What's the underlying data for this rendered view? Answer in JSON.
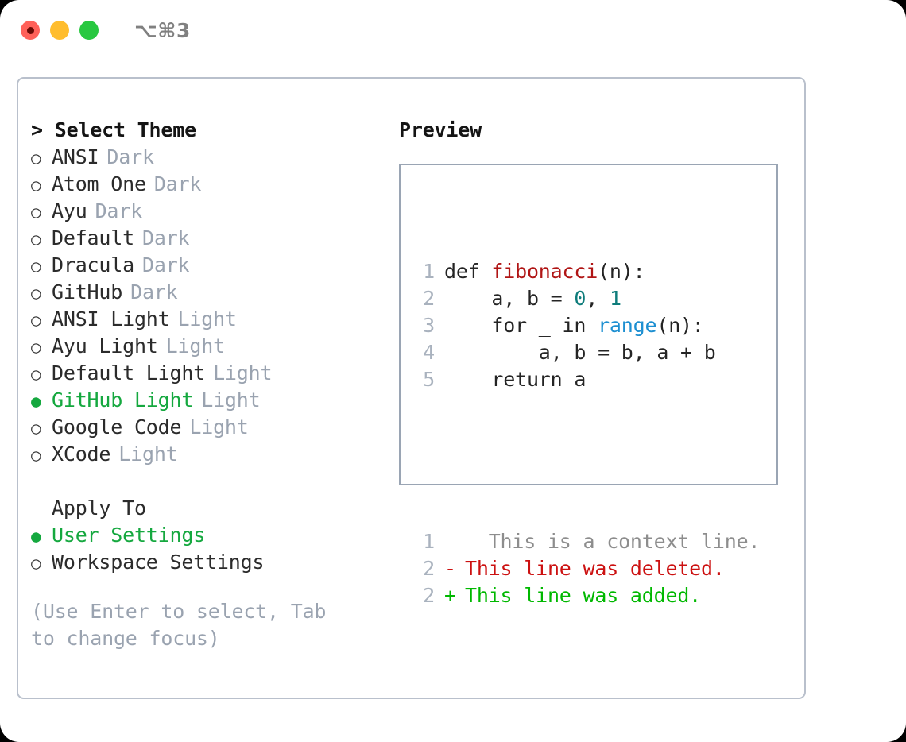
{
  "window": {
    "shortcut": "⌥⌘3",
    "traffic_lights": [
      "close-red",
      "minimize-yellow",
      "maximize-green"
    ]
  },
  "theme_selector": {
    "header_prefix": ">",
    "header": "Select Theme",
    "items": [
      {
        "marker": "○",
        "label": "ANSI",
        "category": "Dark",
        "selected": false
      },
      {
        "marker": "○",
        "label": "Atom One",
        "category": "Dark",
        "selected": false
      },
      {
        "marker": "○",
        "label": "Ayu",
        "category": "Dark",
        "selected": false
      },
      {
        "marker": "○",
        "label": "Default",
        "category": "Dark",
        "selected": false
      },
      {
        "marker": "○",
        "label": "Dracula",
        "category": "Dark",
        "selected": false
      },
      {
        "marker": "○",
        "label": "GitHub",
        "category": "Dark",
        "selected": false
      },
      {
        "marker": "○",
        "label": "ANSI Light",
        "category": "Light",
        "selected": false
      },
      {
        "marker": "○",
        "label": "Ayu Light",
        "category": "Light",
        "selected": false
      },
      {
        "marker": "○",
        "label": "Default Light",
        "category": "Light",
        "selected": false
      },
      {
        "marker": "●",
        "label": "GitHub Light",
        "category": "Light",
        "selected": true
      },
      {
        "marker": "○",
        "label": "Google Code",
        "category": "Light",
        "selected": false
      },
      {
        "marker": "○",
        "label": "XCode",
        "category": "Light",
        "selected": false
      }
    ]
  },
  "apply_to": {
    "title": "Apply To",
    "options": [
      {
        "marker": "●",
        "label": "User Settings",
        "selected": true
      },
      {
        "marker": "○",
        "label": "Workspace Settings",
        "selected": false
      }
    ]
  },
  "hint": "(Use Enter to select, Tab to change focus)",
  "preview": {
    "title": "Preview",
    "code_lines": [
      {
        "no": "1",
        "tokens": [
          {
            "t": "def ",
            "c": "tok-plain"
          },
          {
            "t": "fibonacci",
            "c": "tok-func"
          },
          {
            "t": "(n):",
            "c": "tok-plain"
          }
        ]
      },
      {
        "no": "2",
        "tokens": [
          {
            "t": "    a, b = ",
            "c": "tok-plain"
          },
          {
            "t": "0",
            "c": "tok-num"
          },
          {
            "t": ", ",
            "c": "tok-plain"
          },
          {
            "t": "1",
            "c": "tok-num"
          }
        ]
      },
      {
        "no": "3",
        "tokens": [
          {
            "t": "    for _ in ",
            "c": "tok-plain"
          },
          {
            "t": "range",
            "c": "tok-call"
          },
          {
            "t": "(n):",
            "c": "tok-plain"
          }
        ]
      },
      {
        "no": "4",
        "tokens": [
          {
            "t": "        a, b = b, a + b",
            "c": "tok-plain"
          }
        ]
      },
      {
        "no": "5",
        "tokens": [
          {
            "t": "    return a",
            "c": "tok-plain"
          }
        ]
      }
    ],
    "diff_lines": [
      {
        "no": "1",
        "mark": "",
        "text": "  This is a context line.",
        "kind": "diff-ctx"
      },
      {
        "no": "2",
        "mark": "-",
        "text": "This line was deleted.",
        "kind": "diff-del"
      },
      {
        "no": "2",
        "mark": "+",
        "text": "This line was added.",
        "kind": "diff-add"
      }
    ]
  },
  "colors": {
    "accent_green": "#15a83f",
    "diff_add": "#00b800",
    "diff_del": "#cc1111",
    "muted": "#9aa3b0",
    "panel_border": "#b9c0cc",
    "preview_border": "#9aa5b4",
    "func_red": "#b01515",
    "num_teal": "#0e7c7b",
    "call_blue": "#1d8fd1"
  }
}
